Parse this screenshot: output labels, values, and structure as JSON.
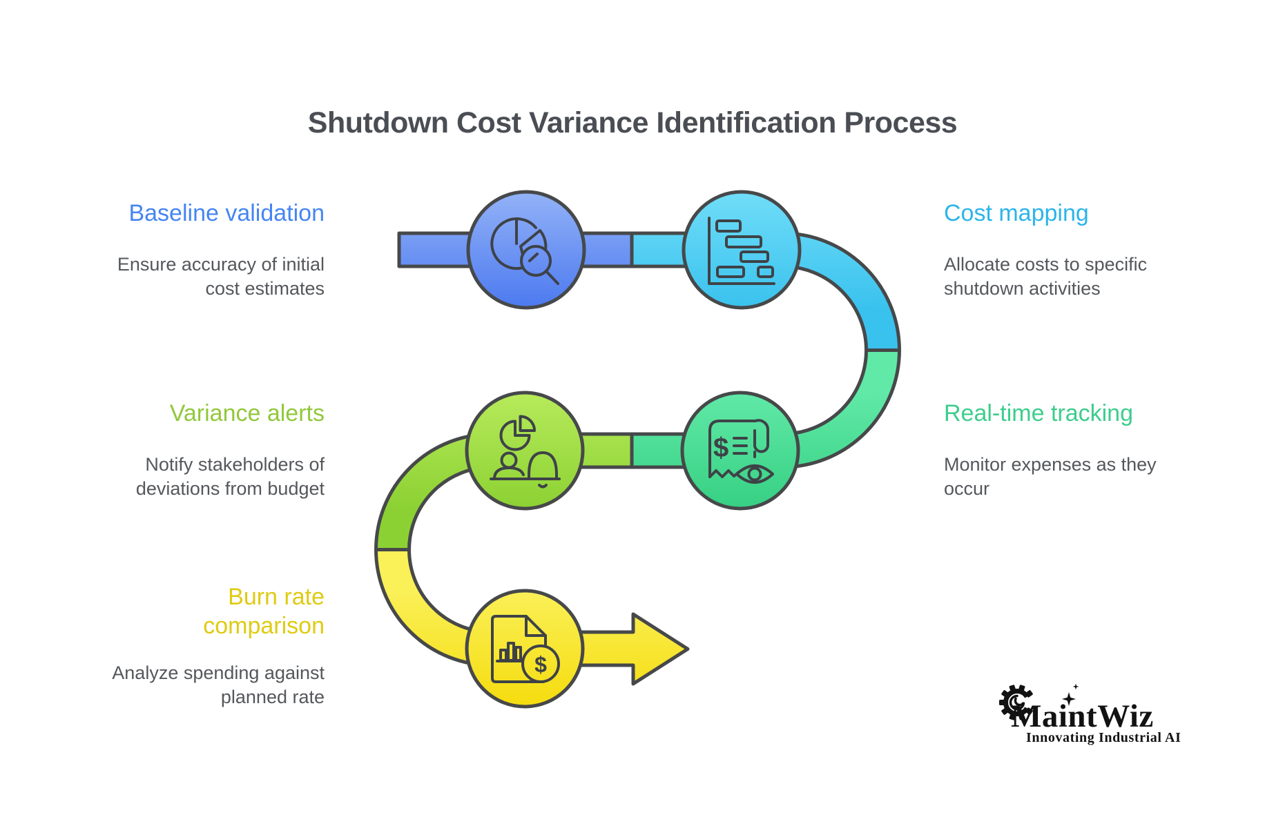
{
  "title": "Shutdown Cost Variance Identification Process",
  "steps": [
    {
      "label": "Baseline validation",
      "description": "Ensure accuracy of initial cost estimates",
      "color": "#4585F2",
      "icon": "pie-chart-magnifier-icon"
    },
    {
      "label": "Cost mapping",
      "description": "Allocate costs to specific shutdown activities",
      "color": "#2CB5E9",
      "icon": "gantt-chart-icon"
    },
    {
      "label": "Real-time tracking",
      "description": "Monitor expenses as they occur",
      "color": "#3DCD8C",
      "icon": "receipt-eye-icon"
    },
    {
      "label": "Variance alerts",
      "description": "Notify stakeholders of deviations from budget",
      "color": "#91C83B",
      "icon": "person-pie-bell-icon"
    },
    {
      "label": "Burn rate comparison",
      "description": "Analyze spending against planned rate",
      "color": "#DFCB13",
      "icon": "document-dollar-icon"
    }
  ],
  "diagram": {
    "dollar_glyph": "$",
    "flow_colors": {
      "blue": "#4C7AF0",
      "cyan": "#3AC2EE",
      "green": "#36D083",
      "light_green": "#8CD133",
      "yellow": "#F5DC0E"
    },
    "outline_color": "#46484A"
  },
  "logo": {
    "name": "MaintWiz",
    "tagline": "Innovating Industrial AI"
  }
}
